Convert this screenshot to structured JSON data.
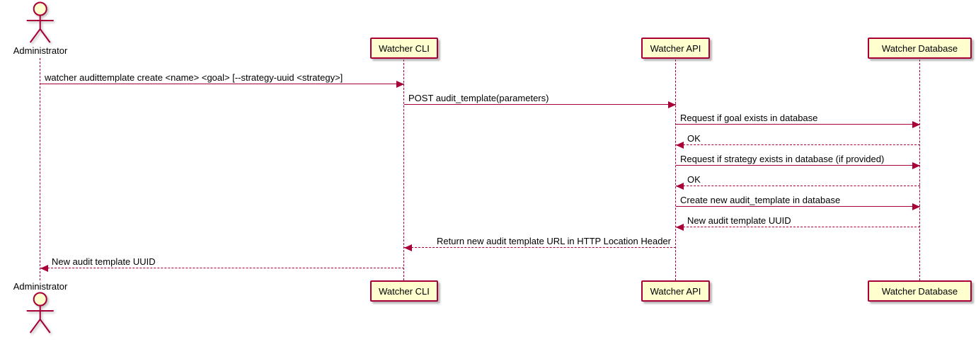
{
  "diagram": {
    "type": "sequence",
    "background": "#FFFFFF",
    "colors": {
      "participant_fill": "#FEFECE",
      "participant_border": "#A80036",
      "arrow": "#A80036",
      "text": "#000000"
    }
  },
  "actor": {
    "label": "Administrator"
  },
  "participants": [
    {
      "id": "watcher-cli",
      "label": "Watcher CLI"
    },
    {
      "id": "watcher-api",
      "label": "Watcher API"
    },
    {
      "id": "watcher-database",
      "label": "Watcher Database"
    }
  ],
  "messages": [
    {
      "from": "Administrator",
      "to": "Watcher CLI",
      "style": "solid",
      "text": "watcher audittemplate create <name> <goal> [--strategy-uuid <strategy>]"
    },
    {
      "from": "Watcher CLI",
      "to": "Watcher API",
      "style": "solid",
      "text": "POST audit_template(parameters)"
    },
    {
      "from": "Watcher API",
      "to": "Watcher Database",
      "style": "solid",
      "text": "Request if goal exists in database"
    },
    {
      "from": "Watcher Database",
      "to": "Watcher API",
      "style": "dashed",
      "text": "OK"
    },
    {
      "from": "Watcher API",
      "to": "Watcher Database",
      "style": "solid",
      "text": "Request if strategy exists in database (if provided)"
    },
    {
      "from": "Watcher Database",
      "to": "Watcher API",
      "style": "dashed",
      "text": "OK"
    },
    {
      "from": "Watcher API",
      "to": "Watcher Database",
      "style": "solid",
      "text": "Create new audit_template in database"
    },
    {
      "from": "Watcher Database",
      "to": "Watcher API",
      "style": "dashed",
      "text": "New audit template UUID"
    },
    {
      "from": "Watcher API",
      "to": "Watcher CLI",
      "style": "dashed",
      "text": "Return new audit template URL in HTTP Location Header"
    },
    {
      "from": "Watcher CLI",
      "to": "Administrator",
      "style": "dashed",
      "text": "New audit template UUID"
    }
  ]
}
